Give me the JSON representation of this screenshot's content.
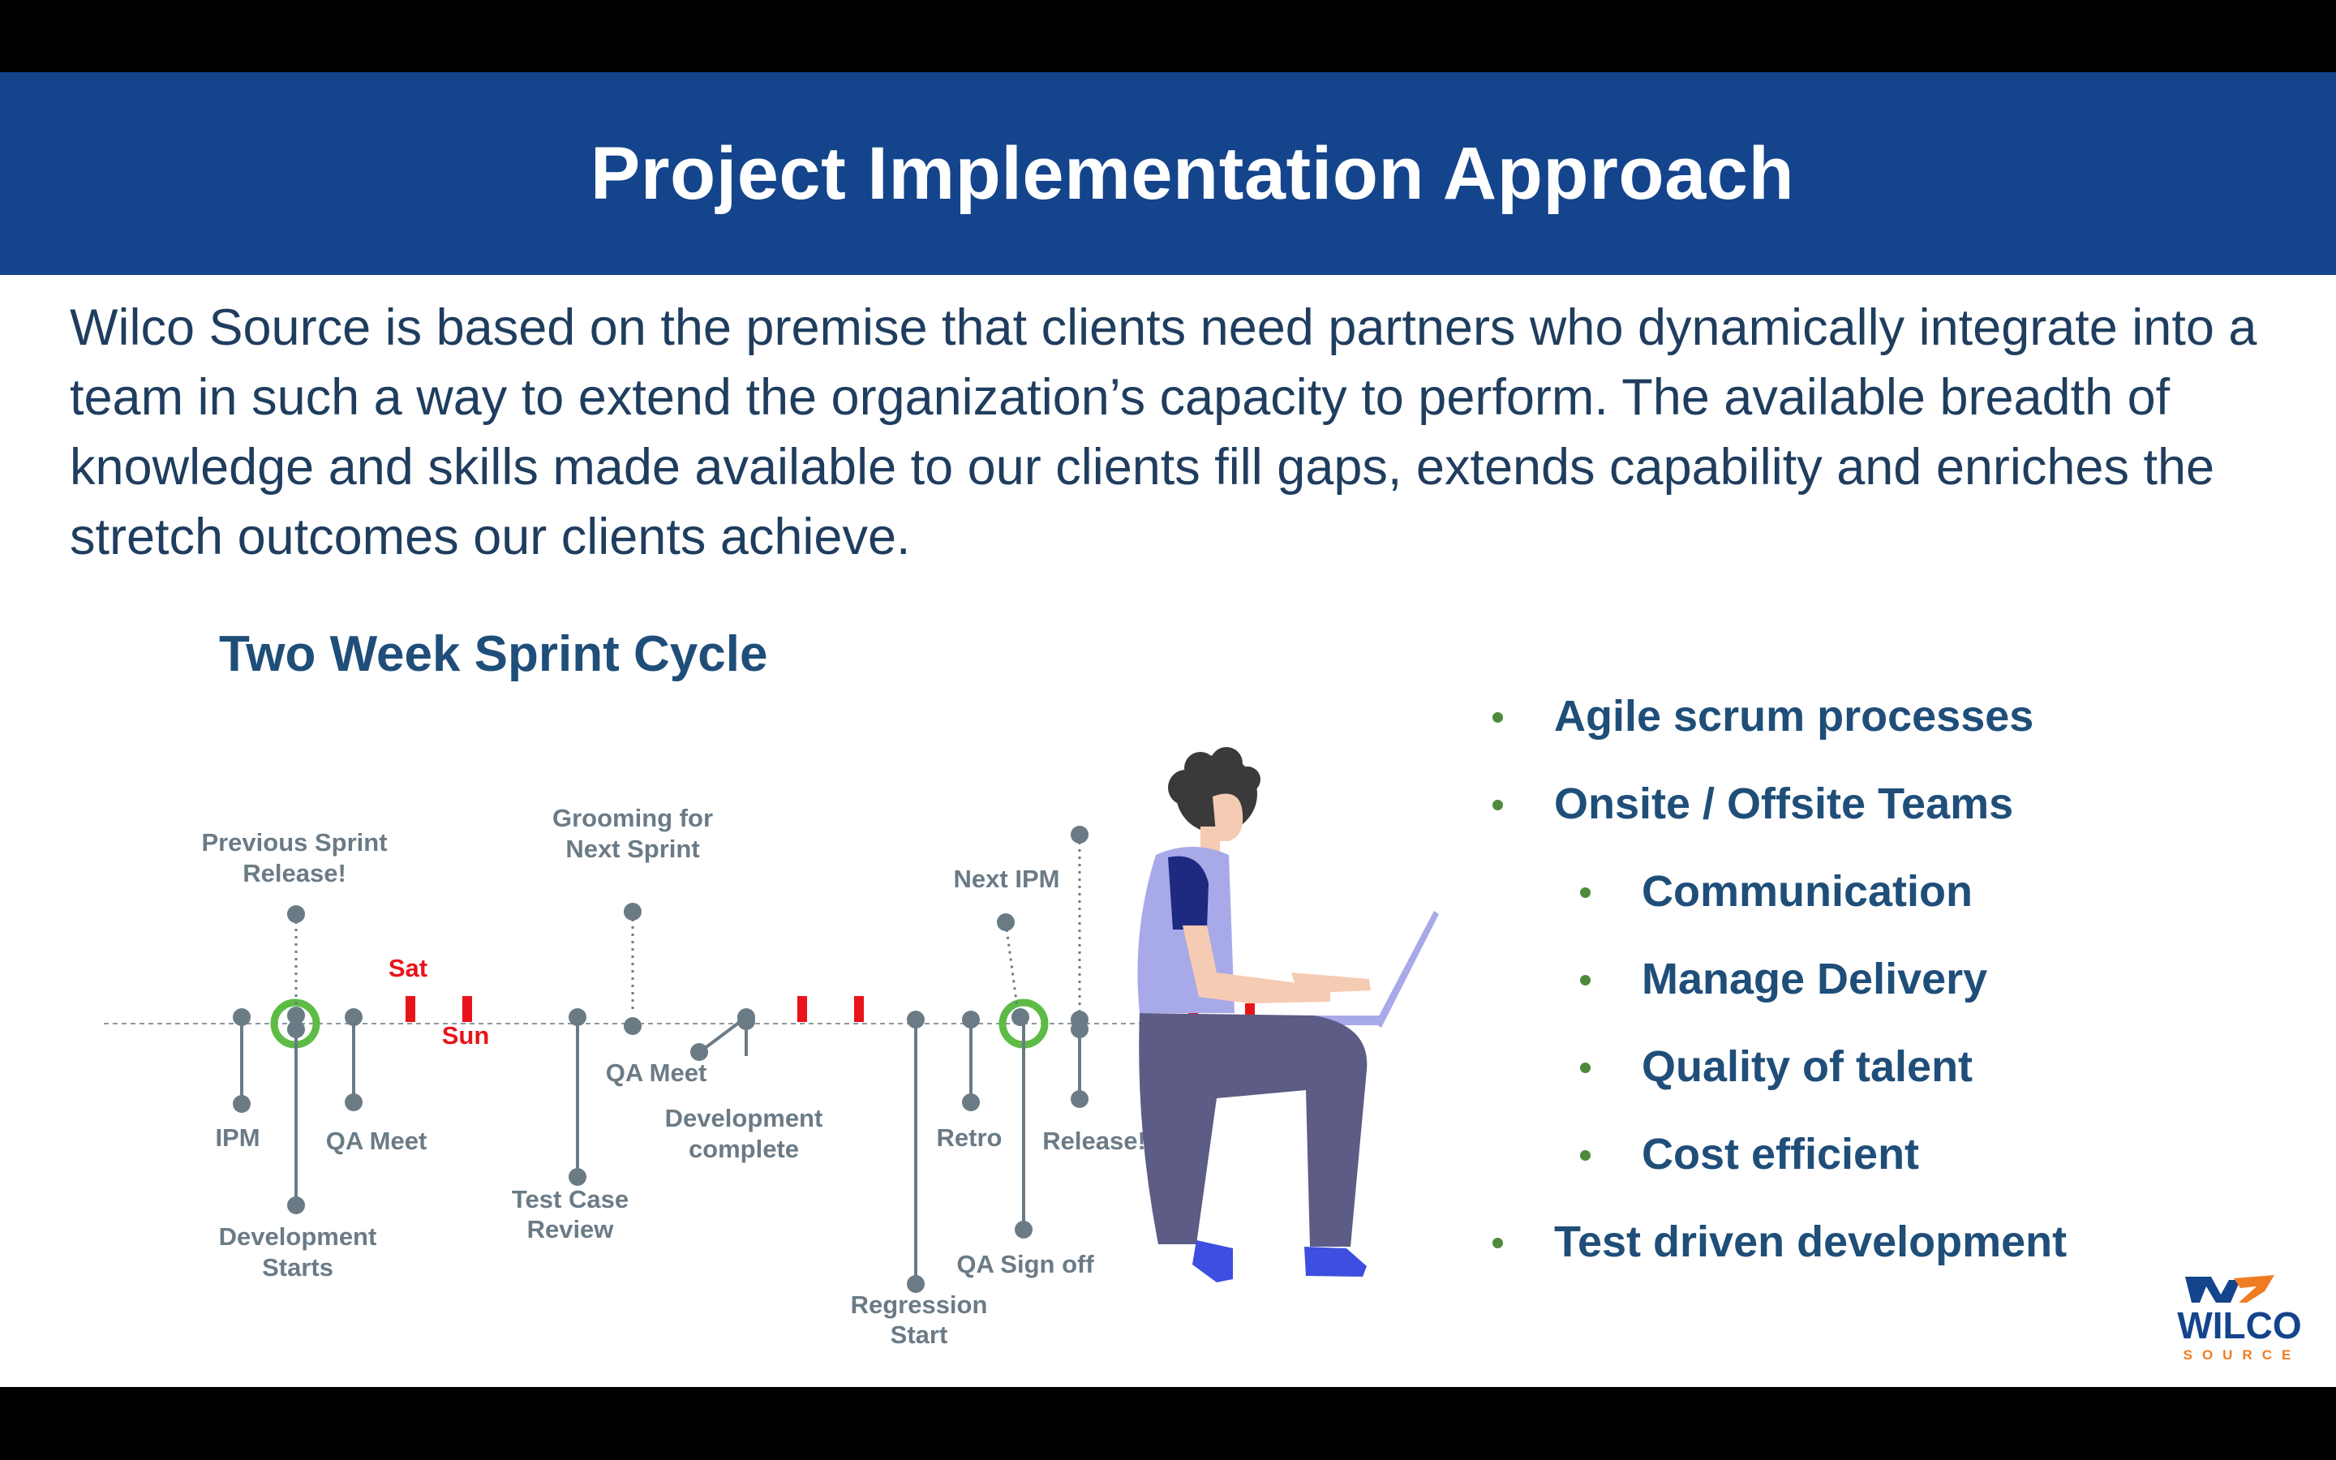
{
  "slide": {
    "title": "Project Implementation Approach",
    "intro": "Wilco Source is based on the premise that clients need partners who dynamically integrate into a team in such a way to extend the organization’s capacity to perform. The available breadth of knowledge and skills made available to our clients fill gaps, extends capability and enriches the stretch outcomes our clients achieve."
  },
  "sprint": {
    "title": "Two Week Sprint Cycle",
    "labels": {
      "prev_release_1": "Previous Sprint",
      "prev_release_2": "Release!",
      "grooming_1": "Grooming for",
      "grooming_2": "Next Sprint",
      "next_ipm": "Next IPM",
      "sat": "Sat",
      "sun": "Sun",
      "ipm": "IPM",
      "qa_meet_1": "QA Meet",
      "qa_meet_2": "QA Meet",
      "dev_complete_1": "Development",
      "dev_complete_2": "complete",
      "retro": "Retro",
      "release": "Release!",
      "dev_starts_1": "Development",
      "dev_starts_2": "Starts",
      "test_case_1": "Test Case",
      "test_case_2": "Review",
      "qa_signoff": "QA Sign off",
      "regression_1": "Regression",
      "regression_2": "Start"
    },
    "colors": {
      "line": "#6b7b86",
      "milestone_ring": "#5dbb46",
      "weekend_marker": "#e8141a"
    }
  },
  "bullets": [
    {
      "text": "Agile scrum processes",
      "level": 1
    },
    {
      "text": "Onsite / Offsite Teams",
      "level": 1
    },
    {
      "text": "Communication",
      "level": 2
    },
    {
      "text": "Manage Delivery",
      "level": 2
    },
    {
      "text": "Quality of talent",
      "level": 2
    },
    {
      "text": "Cost efficient",
      "level": 2
    },
    {
      "text": "Test driven development",
      "level": 1
    }
  ],
  "logo": {
    "name": "WILCO",
    "sub": "SOURCE",
    "colors": {
      "blue": "#14448c",
      "orange": "#f07c22"
    }
  }
}
